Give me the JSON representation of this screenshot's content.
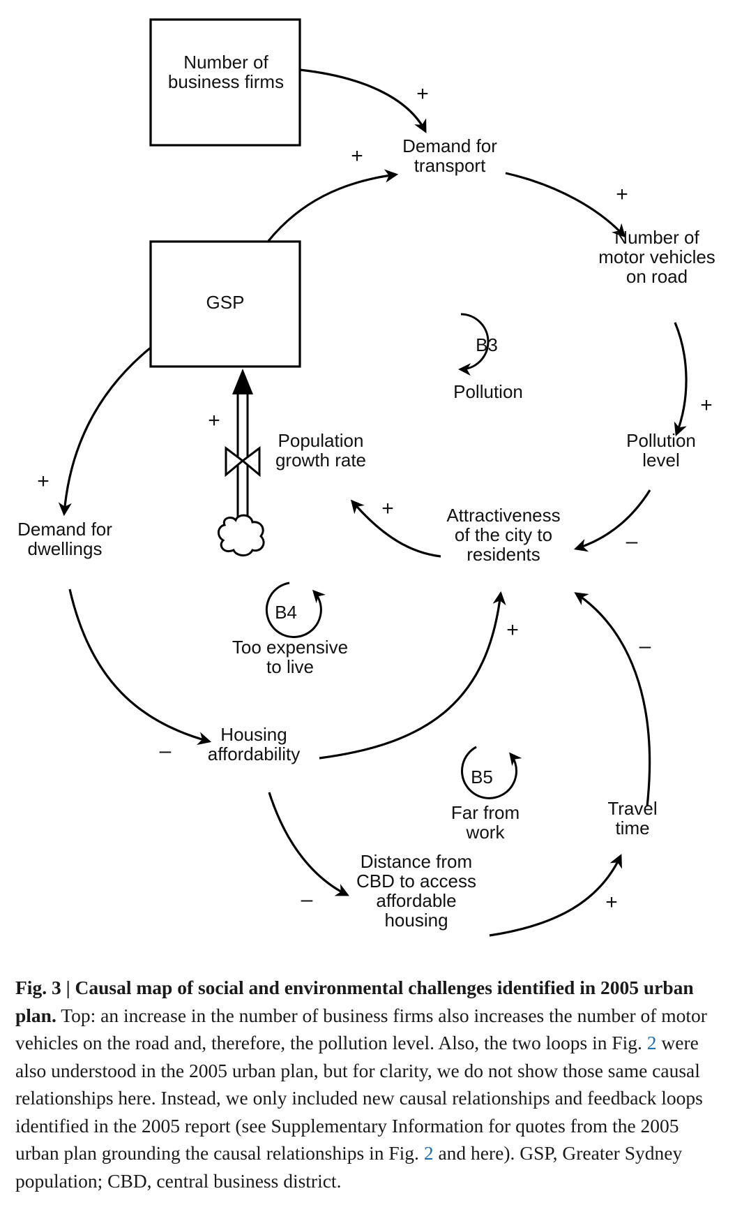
{
  "nodes": {
    "business_firms": "Number of\nbusiness firms",
    "gsp": "GSP",
    "demand_transport": "Demand for\ntransport",
    "motor_vehicles": "Number of\nmotor vehicles\non road",
    "pollution_level": "Pollution\nlevel",
    "attractiveness": "Attractiveness\nof the city to\nresidents",
    "population_growth": "Population\ngrowth rate",
    "demand_dwellings": "Demand for\ndwellings",
    "housing_affordability": "Housing\naffordability",
    "distance_cbd": "Distance from\nCBD to access\naffordable\nhousing",
    "travel_time": "Travel\ntime"
  },
  "loops": {
    "b3": {
      "id": "B3",
      "label": "Pollution"
    },
    "b4": {
      "id": "B4",
      "label": "Too expensive\nto live"
    },
    "b5": {
      "id": "B5",
      "label": "Far from\nwork"
    }
  },
  "polarity": {
    "firms_to_transport": "+",
    "gsp_to_transport": "+",
    "transport_to_vehicles": "+",
    "vehicles_to_pollution": "+",
    "pollution_to_attractiveness": "–",
    "attractiveness_to_growth": "+",
    "flow_to_gsp": "+",
    "gsp_to_dwellings": "+",
    "dwellings_to_affordability": "–",
    "affordability_to_attractiveness": "+",
    "affordability_to_distance": "–",
    "distance_to_travel": "+",
    "travel_to_attractiveness": "–"
  },
  "caption": {
    "fig_label": "Fig. 3 | ",
    "title": "Causal map of social and environmental challenges identified in 2005 urban plan.",
    "text_1": " Top: an increase in the number of business firms also increases the number of motor vehicles on the road and, therefore, the pollution level. Also, the two loops in Fig. ",
    "ref_1": "2",
    "text_2": " were also understood in the 2005 urban plan, but for clarity, we do not show those same causal relationships here. Instead, we only included new causal relationships and feedback loops identified in the 2005 report (see Supplementary Information for quotes from the 2005 urban plan grounding the causal relationships in Fig. ",
    "ref_2": "2",
    "text_3": " and here). GSP, Greater Sydney population; CBD, central business district."
  }
}
